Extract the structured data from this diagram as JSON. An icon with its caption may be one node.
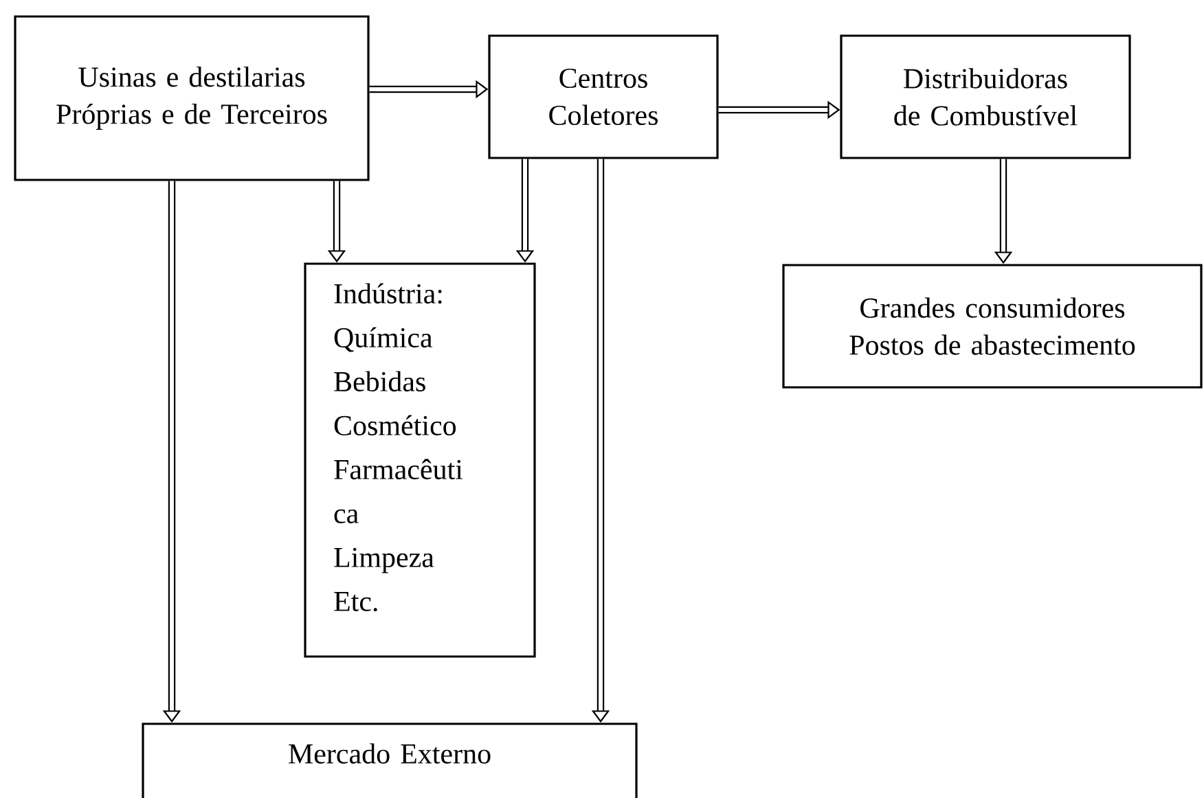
{
  "diagram": {
    "nodes": [
      {
        "text": [
          "Usinas e destilarias Próprias e de Terceiros"
        ]
      },
      {
        "text": [
          "Centros Coletores"
        ]
      },
      {
        "text": [
          "Distribuidoras de Combustível"
        ]
      },
      {
        "text": [
          "Indústria: Química Bebidas Cosmético Farmacêuti ca Limpeza Etc."
        ]
      },
      {
        "text": [
          "Grandes consumidores Postos de abastecimento"
        ]
      },
      {
        "text": [
          "Mercado Externo"
        ]
      }
    ],
    "edges": [
      {
        "from": 0,
        "to": 1,
        "arrow": "to"
      },
      {
        "from": 1,
        "to": 2,
        "arrow": "to"
      },
      {
        "from": 0,
        "to": 3,
        "arrow": "to"
      },
      {
        "from": 1,
        "to": 3,
        "arrow": "to"
      },
      {
        "from": 2,
        "to": 4,
        "arrow": "to"
      },
      {
        "from": 0,
        "to": 5,
        "arrow": "to"
      },
      {
        "from": 1,
        "to": 5,
        "arrow": "to"
      }
    ]
  }
}
